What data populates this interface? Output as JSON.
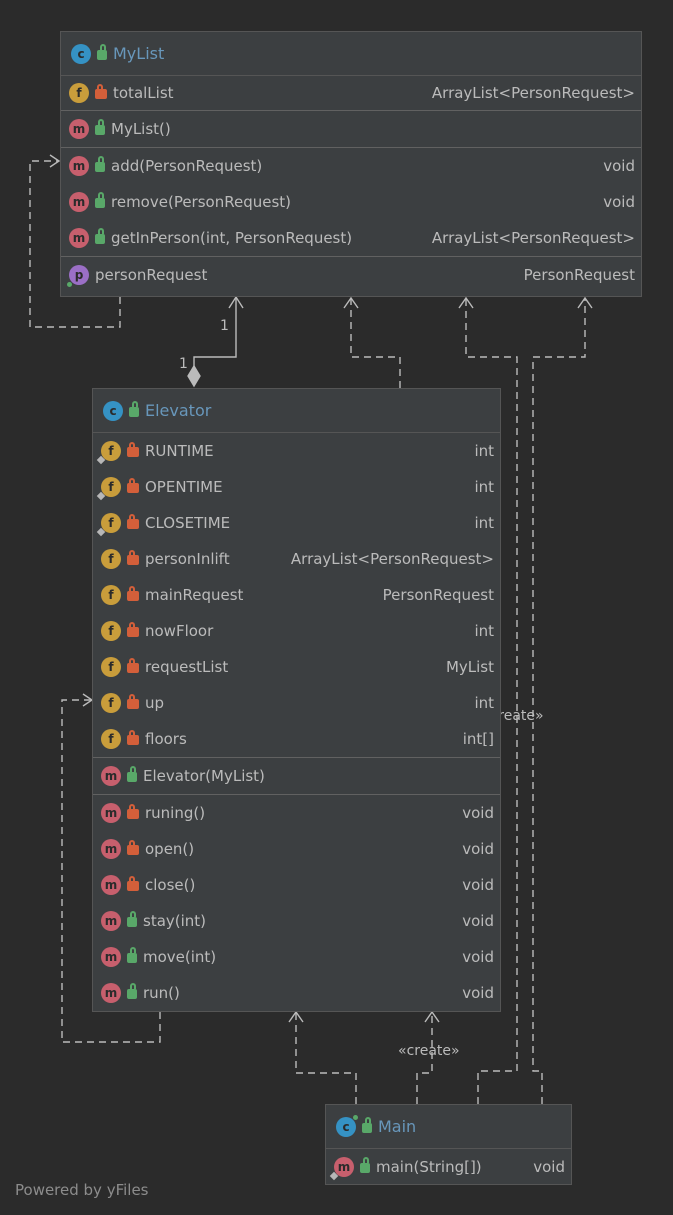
{
  "classes": {
    "mylist": {
      "name": "MyList",
      "fields": [
        {
          "name": "totalList",
          "type": "ArrayList<PersonRequest>"
        }
      ],
      "constructors": [
        {
          "name": "MyList()",
          "type": ""
        }
      ],
      "methods": [
        {
          "name": "add(PersonRequest)",
          "type": "void"
        },
        {
          "name": "remove(PersonRequest)",
          "type": "void"
        },
        {
          "name": "getInPerson(int, PersonRequest)",
          "type": "ArrayList<PersonRequest>"
        }
      ],
      "properties": [
        {
          "name": "personRequest",
          "type": "PersonRequest"
        }
      ]
    },
    "elevator": {
      "name": "Elevator",
      "fields": [
        {
          "name": "RUNTIME",
          "type": "int"
        },
        {
          "name": "OPENTIME",
          "type": "int"
        },
        {
          "name": "CLOSETIME",
          "type": "int"
        },
        {
          "name": "personInlift",
          "type": "ArrayList<PersonRequest>"
        },
        {
          "name": "mainRequest",
          "type": "PersonRequest"
        },
        {
          "name": "nowFloor",
          "type": "int"
        },
        {
          "name": "requestList",
          "type": "MyList"
        },
        {
          "name": "up",
          "type": "int"
        },
        {
          "name": "floors",
          "type": "int[]"
        }
      ],
      "constructors": [
        {
          "name": "Elevator(MyList)",
          "type": ""
        }
      ],
      "methods": [
        {
          "name": "runing()",
          "type": "void"
        },
        {
          "name": "open()",
          "type": "void"
        },
        {
          "name": "close()",
          "type": "void"
        },
        {
          "name": "stay(int)",
          "type": "void"
        },
        {
          "name": "move(int)",
          "type": "void"
        },
        {
          "name": "run()",
          "type": "void"
        }
      ]
    },
    "main": {
      "name": "Main",
      "methods": [
        {
          "name": "main(String[])",
          "type": "void"
        }
      ]
    }
  },
  "edges": {
    "multiplicity_mylist": "1",
    "multiplicity_elevator": "1",
    "create_label_elevator": "«create»",
    "create_label_mylist": "«create»"
  },
  "footer": "Powered by yFiles",
  "colors": {
    "background": "#2b2b2b",
    "box": "#3c3f41",
    "class_title": "#6897bb",
    "edge": "#bbbbbb"
  }
}
